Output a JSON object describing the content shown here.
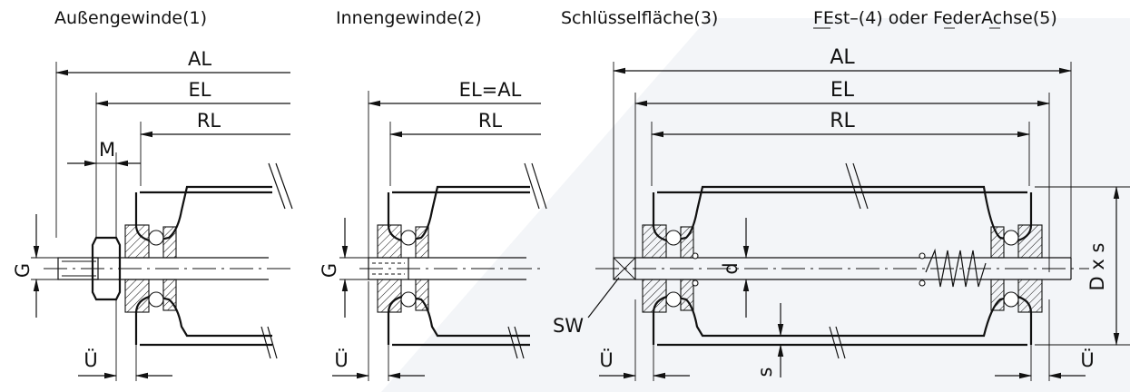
{
  "headers": {
    "aussengewinde": "Außengewinde(1)",
    "innengewinde": "Innengewinde(2)",
    "schluesselflaeche": "Schlüsselfläche(3)",
    "fest_federachse": "FEst–(4) oder FederAchse(5)"
  },
  "view1": {
    "al": "AL",
    "el": "EL",
    "rl": "RL",
    "m": "M",
    "g": "G",
    "ue": "Ü"
  },
  "view2": {
    "el_al": "EL=AL",
    "rl": "RL",
    "g": "G",
    "ue": "Ü"
  },
  "view3": {
    "al": "AL",
    "el": "EL",
    "rl": "RL",
    "d": "d",
    "s": "s",
    "d_x_s": "D x s",
    "sw": "SW",
    "ue": "Ü"
  }
}
